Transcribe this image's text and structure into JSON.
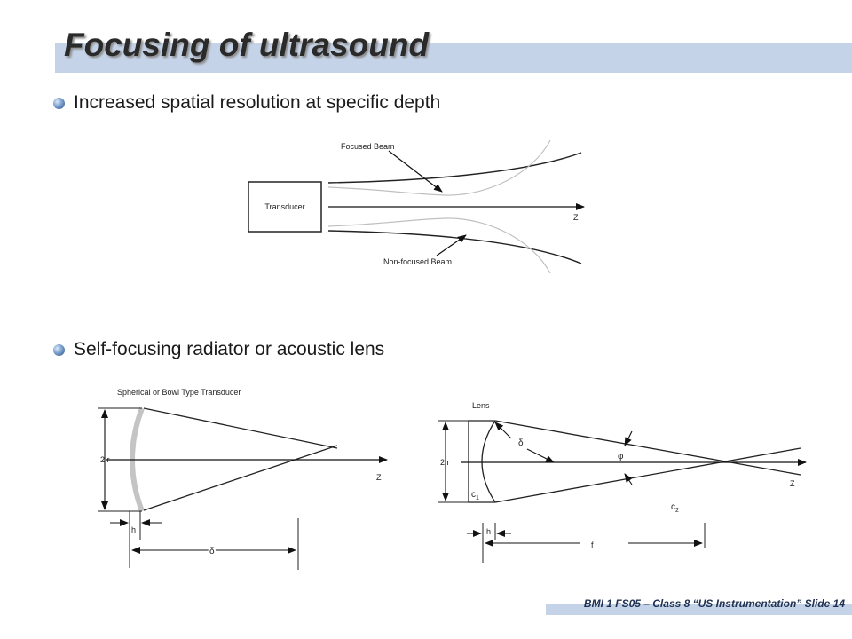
{
  "slide": {
    "title": "Focusing of ultrasound",
    "bullets": [
      "Increased spatial resolution at specific depth",
      "Self-focusing radiator or acoustic lens"
    ],
    "footer": "BMI 1 FS05 – Class 8 “US Instrumentation” Slide 14"
  },
  "figure1": {
    "transducer_label": "Transducer",
    "focused_label": "Focused Beam",
    "nonfocused_label": "Non-focused Beam",
    "axis_label": "Z"
  },
  "figure2": {
    "title": "Spherical or Bowl Type Transducer",
    "radius_label": "2 r",
    "axis_label": "Z",
    "h_label": "h",
    "delta_label": "δ"
  },
  "figure3": {
    "lens_label": "Lens",
    "radius_label": "2 r",
    "delta_label": "δ",
    "phi_label": "φ",
    "c1_label": "c",
    "c1_sub": "1",
    "c2_label": "c",
    "c2_sub": "2",
    "axis_label": "Z",
    "h_label": "h",
    "f_label": "f"
  },
  "colors": {
    "title_bar": "#c5d3e8",
    "footer_text": "#1f3152"
  }
}
